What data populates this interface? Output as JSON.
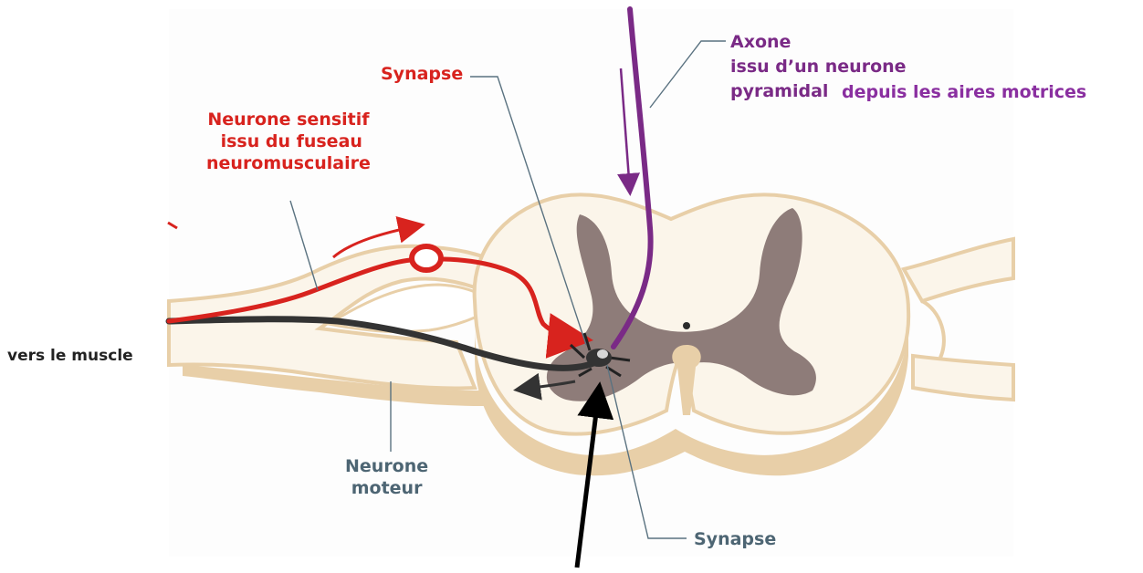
{
  "labels": {
    "synapse_top": "Synapse",
    "sensory_neuron": "Neurone sensitif\n issu du fuseau\nneuromusculaire",
    "axon_title": "Axone",
    "axon_line2": "issu d’un neurone",
    "axon_line3": "pyramidal",
    "axon_suffix": "depuis les aires motrices",
    "to_muscle": "vers le muscle",
    "motor_neuron": "Neurone\nmoteur",
    "synapse_bottom": "Synapse"
  },
  "colors": {
    "sensory": "#d8231e",
    "pyramidal": "#7a2a86",
    "motor": "#333333",
    "white_matter": "#fbf5ea",
    "grey_matter": "#8e7c79",
    "tan": "#e8cfa8"
  }
}
